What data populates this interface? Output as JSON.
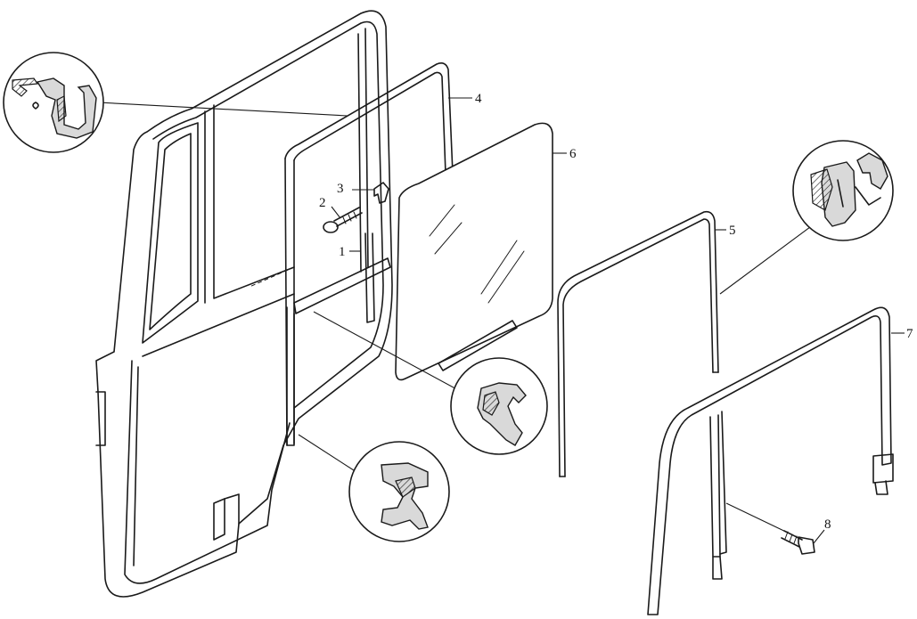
{
  "diagram": {
    "callouts": [
      {
        "id": "1",
        "text": "1"
      },
      {
        "id": "2",
        "text": "2"
      },
      {
        "id": "3",
        "text": "3"
      },
      {
        "id": "4",
        "text": "4"
      },
      {
        "id": "5",
        "text": "5"
      },
      {
        "id": "6",
        "text": "6"
      },
      {
        "id": "7",
        "text": "7"
      },
      {
        "id": "8",
        "text": "8"
      }
    ],
    "detail_views": [
      {
        "id": "seal-section-4"
      },
      {
        "id": "seal-section-5"
      },
      {
        "id": "seal-section-6"
      },
      {
        "id": "seal-section-1"
      }
    ]
  }
}
